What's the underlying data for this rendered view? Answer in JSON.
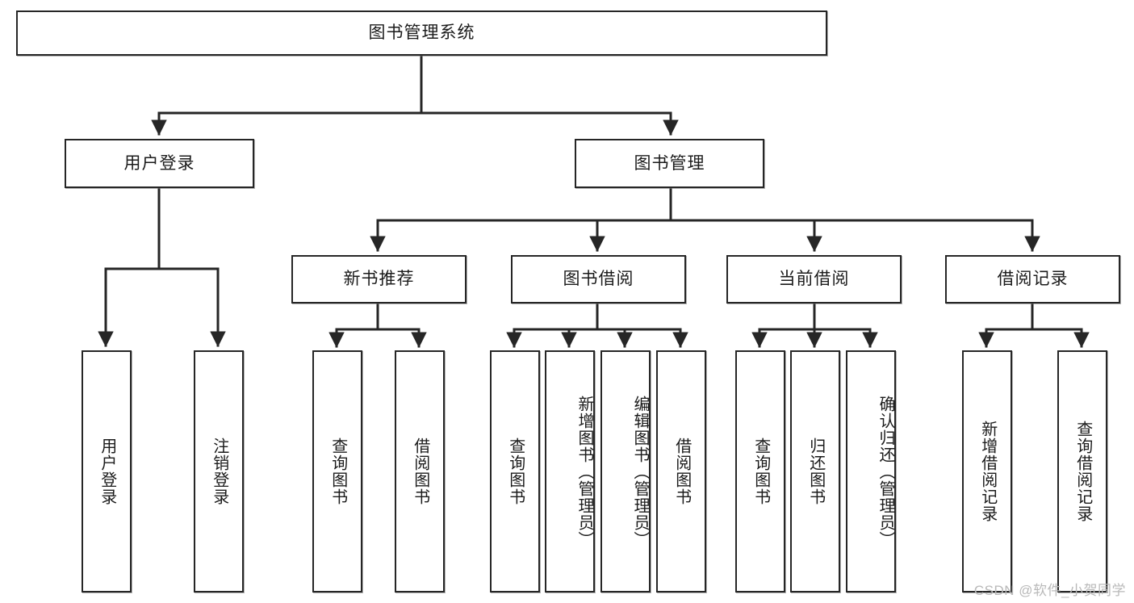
{
  "diagram": {
    "title_node": {
      "label": "图书管理系统"
    },
    "level2": [
      {
        "label": "用户登录"
      },
      {
        "label": "图书管理"
      }
    ],
    "level3": [
      {
        "label": "新书推荐"
      },
      {
        "label": "图书借阅"
      },
      {
        "label": "当前借阅"
      },
      {
        "label": "借阅记录"
      }
    ],
    "leaves": [
      {
        "label": "用户登录"
      },
      {
        "label": "注销登录"
      },
      {
        "label": "查询图书"
      },
      {
        "label": "借阅图书"
      },
      {
        "label": "查询图书"
      },
      {
        "label": "新增图书（管理员）"
      },
      {
        "label": "编辑图书（管理员）"
      },
      {
        "label": "借阅图书"
      },
      {
        "label": "查询图书"
      },
      {
        "label": "归还图书"
      },
      {
        "label": "确认归还（管理员）"
      },
      {
        "label": "新增借阅记录"
      },
      {
        "label": "查询借阅记录"
      }
    ]
  },
  "watermark": {
    "text": "CSDN @软件_小贺同学"
  },
  "colors": {
    "stroke": "#262626",
    "box_fill": "#ffffff",
    "text": "#1b1b1b",
    "watermark": "#b9b9b9",
    "background": "#ffffff"
  }
}
